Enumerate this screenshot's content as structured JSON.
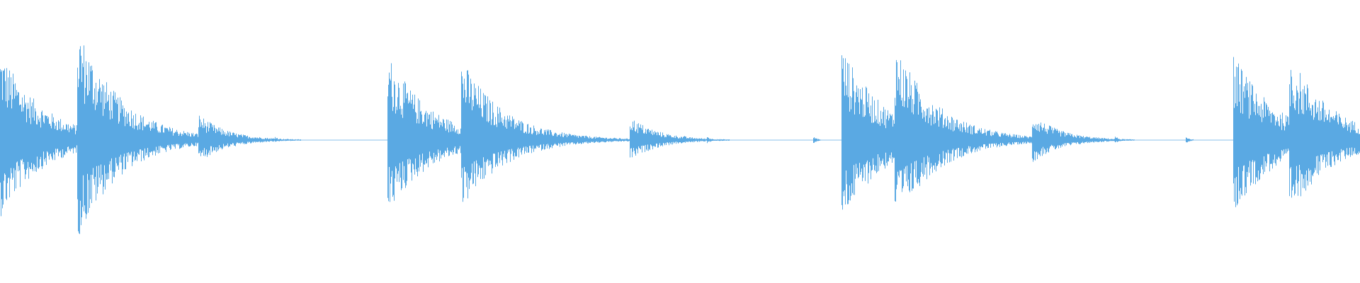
{
  "waveform": {
    "color": "#5aa9e3",
    "background": "#ffffff",
    "hits": [
      {
        "t": 0.0,
        "amp": 0.75
      },
      {
        "t": 0.057,
        "amp": 0.96
      },
      {
        "t": 0.146,
        "amp": 0.22
      },
      {
        "t": 0.285,
        "amp": 0.72
      },
      {
        "t": 0.339,
        "amp": 0.68
      },
      {
        "t": 0.463,
        "amp": 0.2
      },
      {
        "t": 0.619,
        "amp": 0.78
      },
      {
        "t": 0.658,
        "amp": 0.8
      },
      {
        "t": 0.759,
        "amp": 0.22
      },
      {
        "t": 0.907,
        "amp": 0.72
      },
      {
        "t": 0.948,
        "amp": 0.72
      }
    ],
    "small_blips": [
      0.128,
      0.183,
      0.202,
      0.412,
      0.503,
      0.52,
      0.598,
      0.787,
      0.82,
      0.872
    ]
  }
}
